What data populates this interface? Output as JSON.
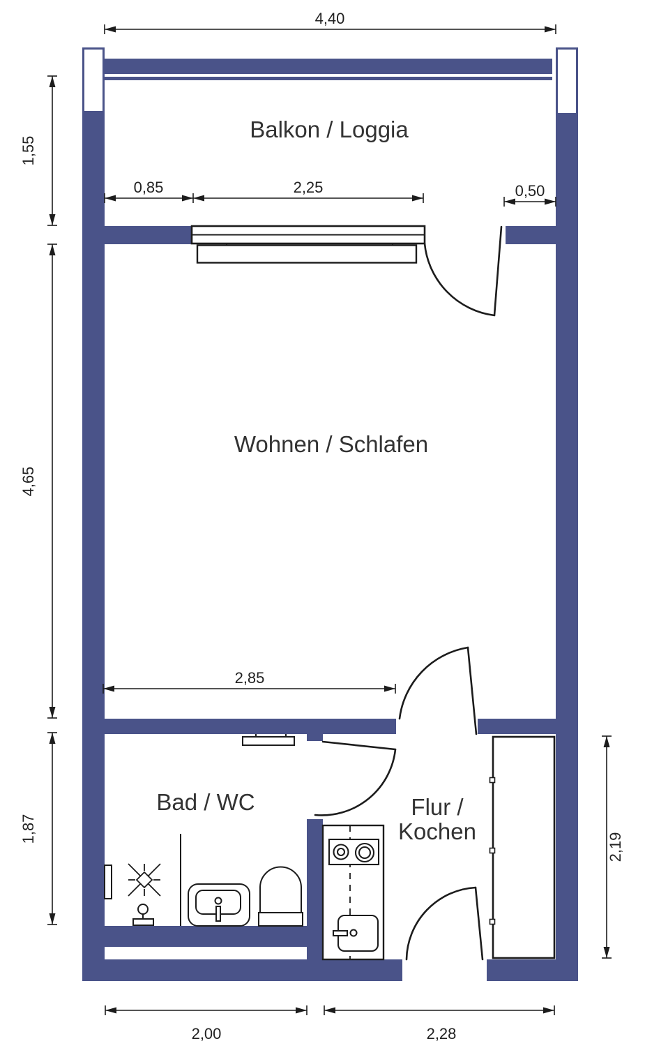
{
  "colors": {
    "wall": "#4a5389",
    "line": "#1c1c1c",
    "room_text": "#333333",
    "dim_text": "#222222"
  },
  "rooms": {
    "balkon": "Balkon / Loggia",
    "wohnen": "Wohnen / Schlafen",
    "bad": "Bad / WC",
    "flur_line1": "Flur /",
    "flur_line2": "Kochen"
  },
  "dims": {
    "total_width": "4,40",
    "balcony_depth": "1,55",
    "living_depth": "4,65",
    "bath_depth": "1,87",
    "window_left_offset": "0,85",
    "window_width": "2,25",
    "window_right_offset": "0,50",
    "living_width": "2,85",
    "hall_depth": "2,19",
    "bath_width": "2,00",
    "hall_width": "2,28"
  },
  "fixture_icons": [
    "balcony-railing-icon",
    "window-icon",
    "window-sill-icon",
    "balcony-door-icon",
    "living-room-door-icon",
    "bathroom-door-icon",
    "entry-door-icon",
    "mirror-icon",
    "radiator-icon",
    "floor-drain-icon",
    "tap-icon",
    "shower-partition-icon",
    "washbasin-icon",
    "toilet-icon",
    "kitchen-counter-icon",
    "cooktop-icon",
    "kitchen-sink-icon",
    "wardrobe-icon"
  ]
}
